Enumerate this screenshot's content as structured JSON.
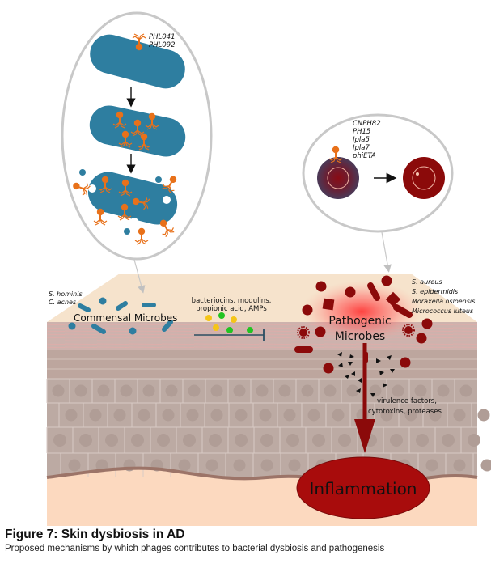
{
  "figure": {
    "colors": {
      "commensal_blue": "#2e7ea0",
      "phage_orange": "#e8711a",
      "pathogen_red": "#8b0a0a",
      "skin_surface": "#f6e3cc",
      "stratum_corneum": "#c7b3ac",
      "cells": "#bcaaa3",
      "dermis": "#fcd9bf",
      "callout_border": "#c8c8c8"
    },
    "commensal_callout": {
      "phage_labels": [
        "PHL041",
        "PHL092"
      ]
    },
    "pathogen_callout": {
      "phage_labels": [
        "CNPH82",
        "PH15",
        "Ipla5",
        "Ipla7",
        "phiETA"
      ]
    },
    "commensal": {
      "species": [
        "S. hominis",
        "C. acnes"
      ],
      "label": "Commensal Microbes"
    },
    "inhibition": {
      "label_line1": "bacteriocins, modulins,",
      "label_line2": "propionic acid, AMPs"
    },
    "pathogenic": {
      "species": [
        "S. aureus",
        "S. epidermidis",
        "Moraxella osloensis",
        "Micrococcus luteus"
      ],
      "label_line1": "Pathogenic",
      "label_line2": "Microbes"
    },
    "virulence": {
      "label_line1": "virulence factors,",
      "label_line2": "cytotoxins, proteases"
    },
    "outcome": {
      "label": "Inflammation"
    }
  },
  "caption": {
    "title": "Figure 7: Skin dysbiosis in AD",
    "subtitle": "Proposed mechanisms by which phages contributes to bacterial dysbiosis and pathogenesis"
  }
}
